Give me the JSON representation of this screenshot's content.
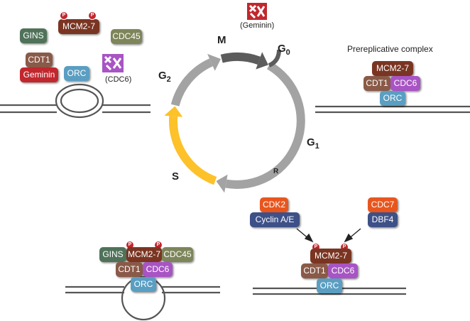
{
  "colors": {
    "mcm": "#7a3522",
    "gins": "#4f7259",
    "cdc45": "#7d855a",
    "cdt1": "#8a5a48",
    "geminin": "#c1272d",
    "orc": "#5a9ec2",
    "cdc6": "#a854c4",
    "cdk2": "#e8561e",
    "cyclin": "#3d5088",
    "cdc7": "#e8561e",
    "dbf4": "#3d5088",
    "cycle_gray": "#a3a3a3",
    "cycle_dark": "#5c5c5c",
    "cycle_s": "#fdc12a",
    "phospho": "#c1272d"
  },
  "phases": {
    "m": "M",
    "g0_main": "G",
    "g0_sub": "0",
    "g1_main": "G",
    "g1_sub": "1",
    "g2_main": "G",
    "g2_sub": "2",
    "s": "S",
    "r": "R"
  },
  "phospho_mark": "P",
  "top_left": {
    "gins": "GINS",
    "mcm": "MCM2-7",
    "cdc45": "CDC45",
    "cdt1": "CDT1",
    "geminin": "Geminin",
    "orc": "ORC",
    "cdc6_degraded_label": "(CDC6)"
  },
  "top_center": {
    "geminin_degraded_label": "(Geminin)"
  },
  "top_right": {
    "title": "Prereplicative complex",
    "mcm": "MCM2-7",
    "cdt1": "CDT1",
    "cdc6": "CDC6",
    "orc": "ORC"
  },
  "kinases": {
    "cdk2": "CDK2",
    "cyclin": "Cyclin A/E",
    "cdc7": "CDC7",
    "dbf4": "DBF4"
  },
  "bottom_right": {
    "mcm": "MCM2-7",
    "cdt1": "CDT1",
    "cdc6": "CDC6",
    "orc": "ORC"
  },
  "bottom_left": {
    "gins": "GINS",
    "mcm": "MCM2-7",
    "cdc45": "CDC45",
    "cdt1": "CDT1",
    "cdc6": "CDC6",
    "orc": "ORC"
  }
}
